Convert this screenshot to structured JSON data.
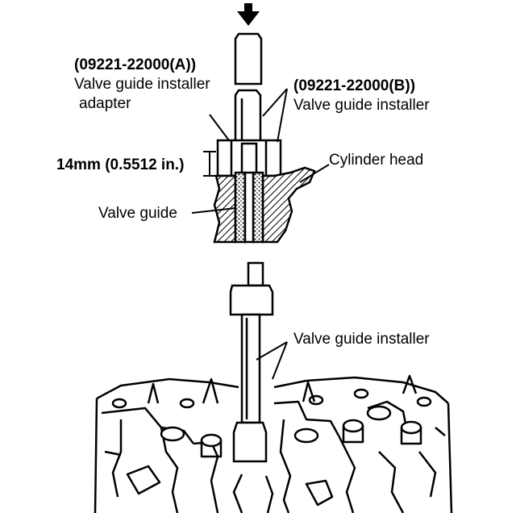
{
  "labels": {
    "part_a": "(09221-22000(A))",
    "adapter_line1": "Valve guide installer",
    "adapter_line2": "adapter",
    "part_b": "(09221-22000(B))",
    "installer_b": "Valve guide installer",
    "dimension": "14mm (0.5512 in.)",
    "cylinder_head": "Cylinder head",
    "valve_guide": "Valve guide",
    "installer_lower": "Valve guide installer"
  },
  "colors": {
    "ink": "#000000",
    "paper": "#ffffff"
  }
}
